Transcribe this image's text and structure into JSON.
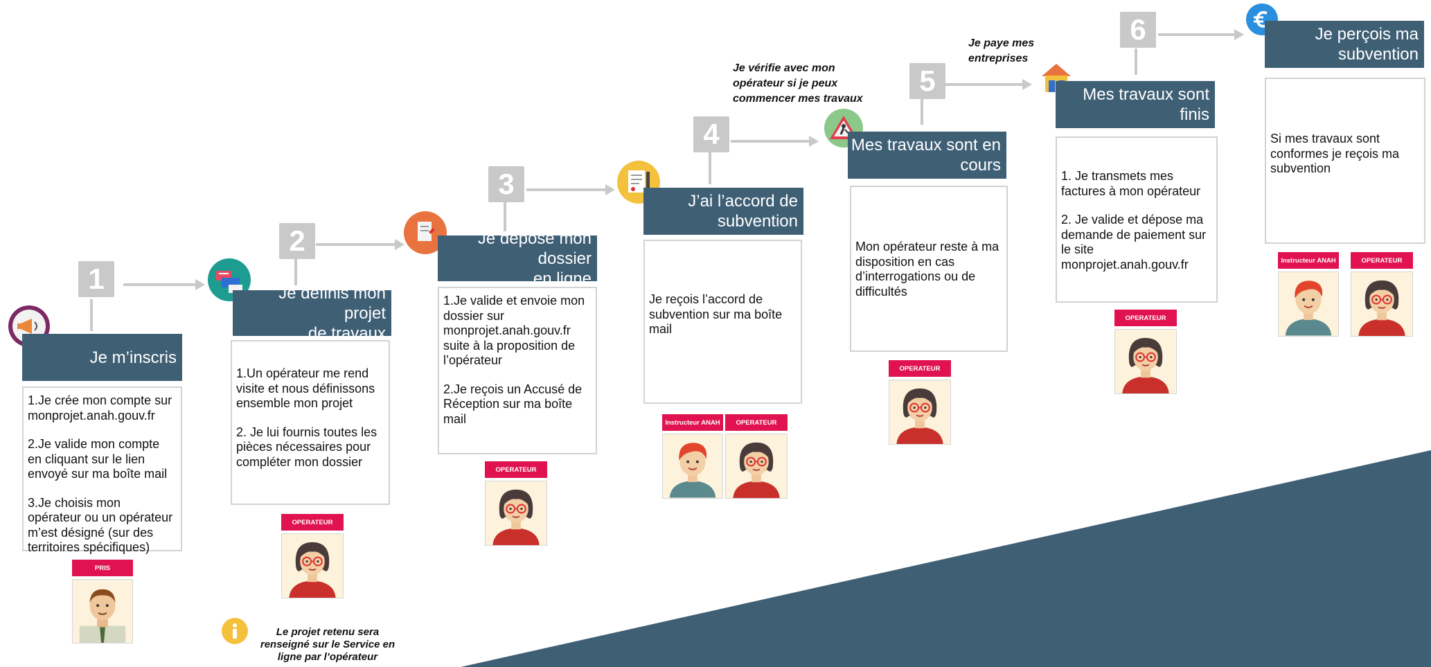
{
  "steps": [
    {
      "number": "1",
      "title": "Je m’inscris",
      "items": [
        "1.Je crée mon compte sur monprojet.anah.gouv.fr",
        "2.Je valide mon compte en cliquant sur le lien envoyé sur ma boîte mail",
        "3.Je choisis mon opérateur ou un opérateur m’est désigné (sur des territoires spécifiques)"
      ],
      "roles": [
        "PRIS"
      ]
    },
    {
      "number": "2",
      "title": "Je définis mon projet\nde travaux",
      "items": [
        "1.Un opérateur me rend visite et nous définissons ensemble mon projet",
        "2. Je lui fournis toutes les pièces nécessaires pour compléter mon dossier"
      ],
      "roles": [
        "OPERATEUR"
      ]
    },
    {
      "number": "3",
      "title": "Je dépose mon dossier\nen ligne",
      "items": [
        "1.Je valide et envoie mon dossier sur monprojet.anah.gouv.fr suite à la proposition de l’opérateur",
        "2.Je reçois un Accusé de Réception sur ma boîte mail"
      ],
      "roles": [
        "OPERATEUR"
      ]
    },
    {
      "number": "4",
      "title": "J’ai l’accord de\nsubvention",
      "items": [
        "Je reçois l’accord de subvention sur ma boîte mail"
      ],
      "roles": [
        "Instructeur ANAH",
        "OPERATEUR"
      ]
    },
    {
      "number": "5",
      "title": "Mes travaux sont en\ncours",
      "items": [
        "Mon opérateur reste à ma disposition en cas d’interrogations ou de difficultés"
      ],
      "roles": [
        "OPERATEUR"
      ]
    },
    {
      "number": "6",
      "title": "Mes travaux sont\nfinis",
      "items": [
        "1. Je transmets mes factures à mon opérateur",
        "2. Je valide et dépose ma demande de paiement sur le site monprojet.anah.gouv.fr"
      ],
      "roles": [
        "OPERATEUR"
      ]
    },
    {
      "number": "",
      "title": "Je perçois ma\nsubvention",
      "items": [
        "Si mes travaux sont conformes je reçois ma subvention"
      ],
      "roles": [
        "Instructeur ANAH",
        "OPERATEUR"
      ]
    }
  ],
  "notes": {
    "before_step_5": "Je vérifie avec mon opérateur si je peux commencer mes travaux",
    "before_step_6": "Je paye mes entreprises",
    "info": "Le projet retenu sera renseigné sur le Service en ligne par l’opérateur"
  },
  "icons": {
    "step1": "megaphone-icon",
    "step2": "planning-board-icon",
    "step3": "document-pen-icon",
    "step4": "contract-icon",
    "step5": "roadworks-sign-icon",
    "step6": "house-icon",
    "step7": "euro-icon",
    "info": "info-icon"
  },
  "colors": {
    "title_bg": "#3f5f75",
    "number_bg": "#c9c9c9",
    "role_tag": "#e0124f",
    "background_wedge": "#3f5f75"
  }
}
